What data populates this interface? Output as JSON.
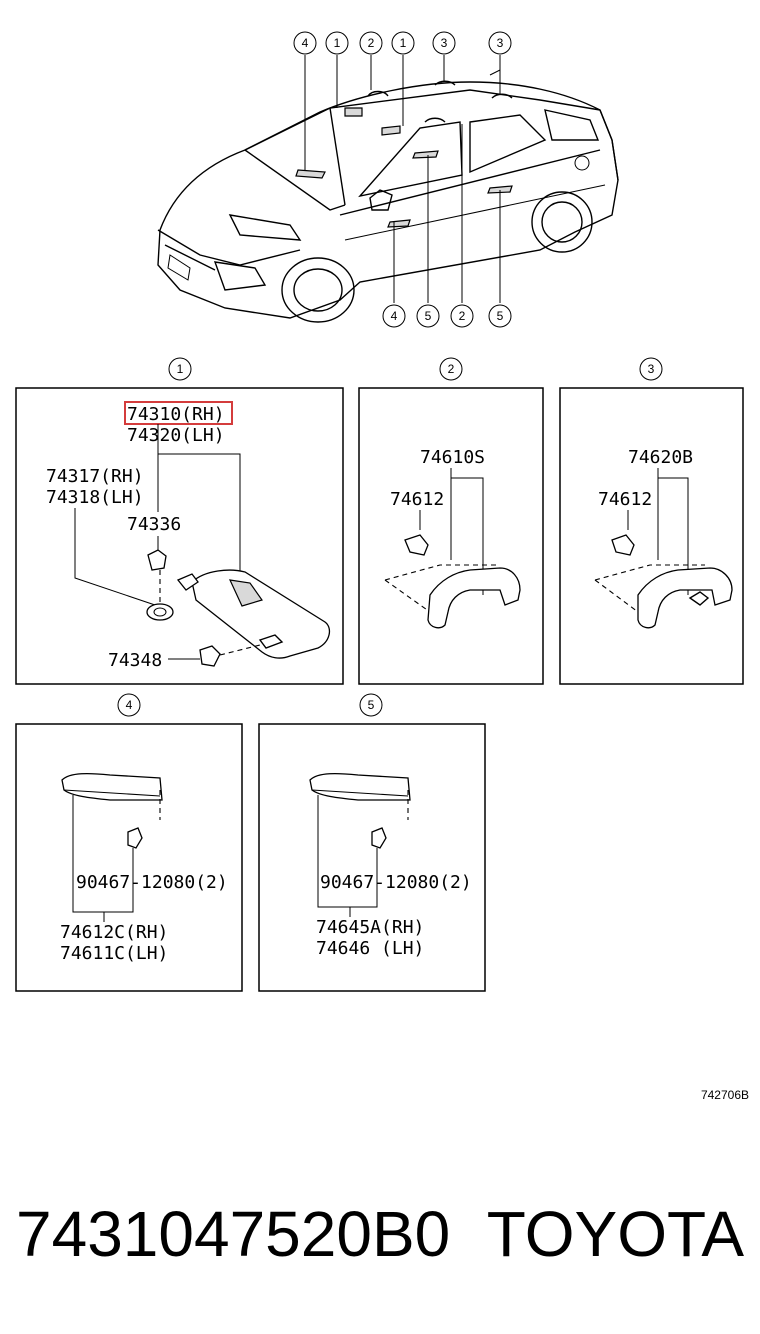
{
  "callouts": {
    "top": [
      "4",
      "1",
      "2",
      "1",
      "3",
      "3"
    ],
    "bottom": [
      "4",
      "5",
      "2",
      "5"
    ]
  },
  "panels": {
    "p1": {
      "number": "1",
      "labels": [
        "74310(RH)",
        "74320(LH)",
        "74317(RH)",
        "74318(LH)",
        "74336",
        "74348"
      ],
      "highlighted": "74310(RH)"
    },
    "p2": {
      "number": "2",
      "labels": [
        "74610S",
        "74612"
      ]
    },
    "p3": {
      "number": "3",
      "labels": [
        "74620B",
        "74612"
      ]
    },
    "p4": {
      "number": "4",
      "labels": [
        "90467-12080(2)",
        "74612C(RH)",
        "74611C(LH)"
      ]
    },
    "p5": {
      "number": "5",
      "labels": [
        "90467-12080(2)",
        "74645A(RH)",
        "74646 (LH)"
      ]
    }
  },
  "diagram_ref": "742706B",
  "footer": {
    "part_number": "7431047520B0",
    "brand": "TOYOTA"
  },
  "colors": {
    "highlight": "#d43c3c"
  }
}
